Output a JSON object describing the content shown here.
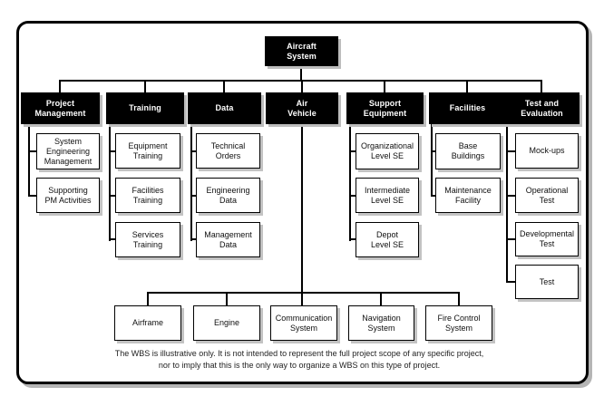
{
  "diagram": {
    "title_node": "Aircraft\nSystem",
    "branches": [
      {
        "label": "Project\nManagement",
        "children": [
          "System\nEngineering\nManagement",
          "Supporting\nPM Activities"
        ]
      },
      {
        "label": "Training",
        "children": [
          "Equipment\nTraining",
          "Facilities\nTraining",
          "Services\nTraining"
        ]
      },
      {
        "label": "Data",
        "children": [
          "Technical\nOrders",
          "Engineering\nData",
          "Management\nData"
        ]
      },
      {
        "label": "Air\nVehicle",
        "children": [
          "Airframe",
          "Engine",
          "Communication\nSystem",
          "Navigation\nSystem",
          "Fire Control\nSystem"
        ]
      },
      {
        "label": "Support\nEquipment",
        "children": [
          "Organizational\nLevel SE",
          "Intermediate\nLevel SE",
          "Depot\nLevel SE"
        ]
      },
      {
        "label": "Facilities",
        "children": [
          "Base\nBuildings",
          "Maintenance\nFacility"
        ]
      },
      {
        "label": "Test and\nEvaluation",
        "children": [
          "Mock-ups",
          "Operational\nTest",
          "Developmental\nTest",
          "Test"
        ]
      }
    ],
    "footnote": "The WBS is illustrative only. It is not intended to represent the full project scope of any specific project,\nnor to imply that this is the only way to organize a WBS on this type of project.",
    "colors": {
      "node_fill": "#000000",
      "node_text": "#ffffff",
      "child_fill": "#ffffff",
      "line": "#000000",
      "shadow": "#bdbdbd"
    }
  }
}
